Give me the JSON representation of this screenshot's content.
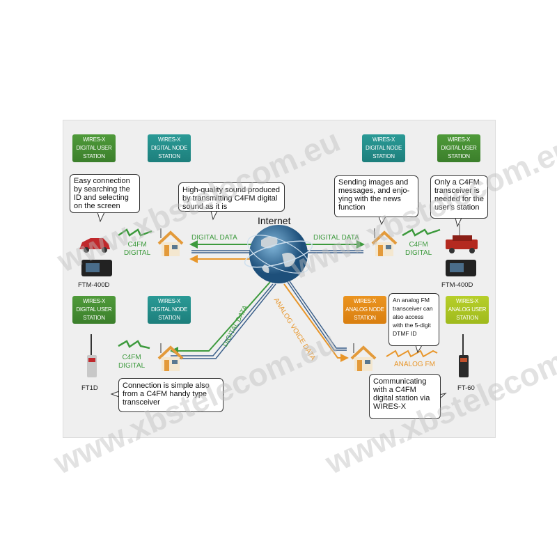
{
  "stations": {
    "top_left_user": [
      "WIRES-X",
      "DIGITAL USER",
      "STATION"
    ],
    "top_left_node": [
      "WIRES-X",
      "DIGITAL NODE",
      "STATION"
    ],
    "top_right_node": [
      "WIRES-X",
      "DIGITAL NODE",
      "STATION"
    ],
    "top_right_user": [
      "WIRES-X",
      "DIGITAL USER",
      "STATION"
    ],
    "bottom_left_user": [
      "WIRES-X",
      "DIGITAL USER",
      "STATION"
    ],
    "bottom_left_node": [
      "WIRES-X",
      "DIGITAL NODE",
      "STATION"
    ],
    "bottom_right_node": [
      "WIRES-X",
      "ANALOG NODE",
      "STATION"
    ],
    "bottom_right_user": [
      "WIRES-X",
      "ANALOG USER",
      "STATION"
    ]
  },
  "bubbles": {
    "easy": "Easy connection by searching the ID and selecting on the screen",
    "quality": "High-quality sound produced by transmitting C4FM digital sound as it is",
    "images": "Sending images and messages, and enjo-ying with the news function",
    "only": "Only a C4FM transceiver is needed for the user's station",
    "analog": "An analog FM transceiver can also access with the 5-digit DTMF ID",
    "simple": "Connection is simple also from a C4FM handy type transceiver",
    "communicating": "Communicating with a C4FM digital station via WIRES-X"
  },
  "labels": {
    "internet": "Internet",
    "digital_data": "DIGITAL DATA",
    "analog_voice_data": "ANALOG VOICE DATA",
    "c4fm": "C4FM",
    "digital": "DIGITAL",
    "analog_fm": "ANALOG FM",
    "ftm400d": "FTM-400D",
    "ft1d": "FT1D",
    "ft60": "FT-60"
  },
  "watermark": "www.xbstelecom.eu",
  "colors": {
    "green": "#3d9a3d",
    "orange": "#e8962a",
    "blue": "#3a5f8a"
  }
}
